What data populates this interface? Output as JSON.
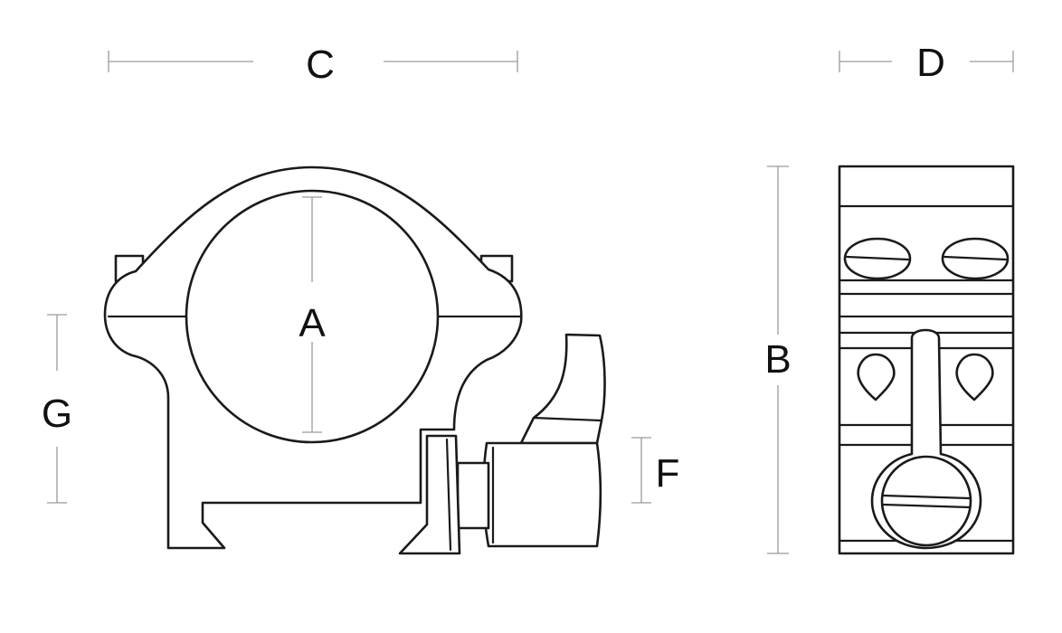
{
  "labels": {
    "a": "A",
    "b": "B",
    "c": "C",
    "d": "D",
    "f": "F",
    "g": "G"
  },
  "colors": {
    "line": "#1a1a1a",
    "dimension": "#9a9a9a",
    "background": "#ffffff"
  }
}
